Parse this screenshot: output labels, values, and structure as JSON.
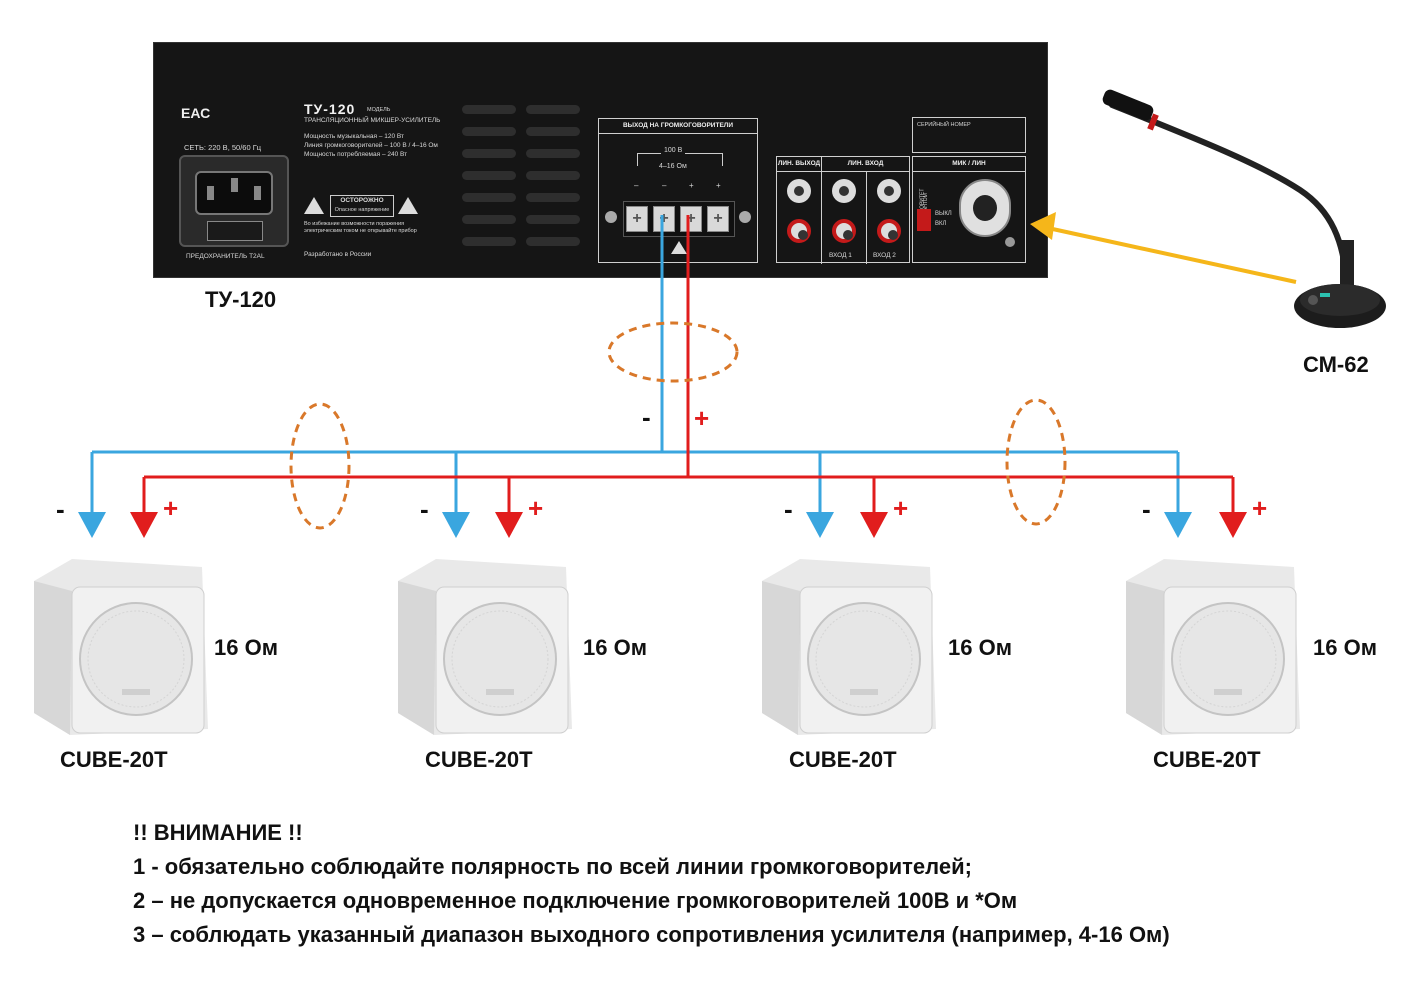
{
  "amplifier": {
    "model": "ТУ-120",
    "model_word": "МОДЕЛЬ",
    "subtitle": "ТРАНСЛЯЦИОННЫЙ МИКШЕР-УСИЛИТЕЛЬ",
    "spec_music": "Мощность музыкальная – 120 Вт",
    "spec_line": "Линия громкоговорителей – 100 В / 4–16 Ом",
    "spec_power": "Мощность потребляемая – 240 Вт",
    "eac": "ЕАС",
    "mains": "СЕТЬ: 220 В, 50/60 Гц",
    "fuse": "ПРЕДОХРАНИТЕЛЬ T2AL",
    "caution_title": "ОСТОРОЖНО",
    "caution_sub": "Опасное напряжение",
    "caution_note": "Во избежание возможности поражения электрическим током не открывайте прибор",
    "made_in": "Разработано в России",
    "output_title": "ВЫХОД НА ГРОМКОГОВОРИТЕЛИ",
    "output_100v": "100 В",
    "output_ohm": "4–16 Ом",
    "terminal_signs": [
      "–",
      "–",
      "+",
      "+"
    ],
    "line_out": "ЛИН. ВЫХОД",
    "line_in": "ЛИН. ВХОД",
    "input1": "ВХОД 1",
    "input2": "ВХОД 2",
    "serial": "СЕРИЙНЫЙ НОМЕР",
    "mic_line": "МИК / ЛИН",
    "priority": "ПРИОРИТЕТ",
    "phantom": "ФАНТОМ",
    "off": "ВЫКЛ",
    "on": "ВКЛ"
  },
  "labels": {
    "amplifier_name": "ТУ-120",
    "microphone_name": "СМ-62",
    "minus": "-",
    "plus": "+"
  },
  "speakers": [
    {
      "name": "CUBE-20T",
      "impedance": "16 Ом"
    },
    {
      "name": "CUBE-20T",
      "impedance": "16 Ом"
    },
    {
      "name": "CUBE-20T",
      "impedance": "16 Ом"
    },
    {
      "name": "CUBE-20T",
      "impedance": "16 Ом"
    }
  ],
  "warning": {
    "title": "!! ВНИМАНИЕ !!",
    "line1": "1 - обязательно соблюдайте полярность по всей линии громкоговорителей;",
    "line2": "2 – не допускается одновременное подключение громкоговорителей 100В и *Ом",
    "line3": "3 – соблюдать указанный диапазон выходного сопротивления усилителя (например, 4-16 Ом)"
  },
  "colors": {
    "negative_wire": "#3aa6df",
    "positive_wire": "#e11d1d",
    "bundle_marker": "#d9782a",
    "mic_pointer": "#f5b61a",
    "panel": "#151515"
  }
}
